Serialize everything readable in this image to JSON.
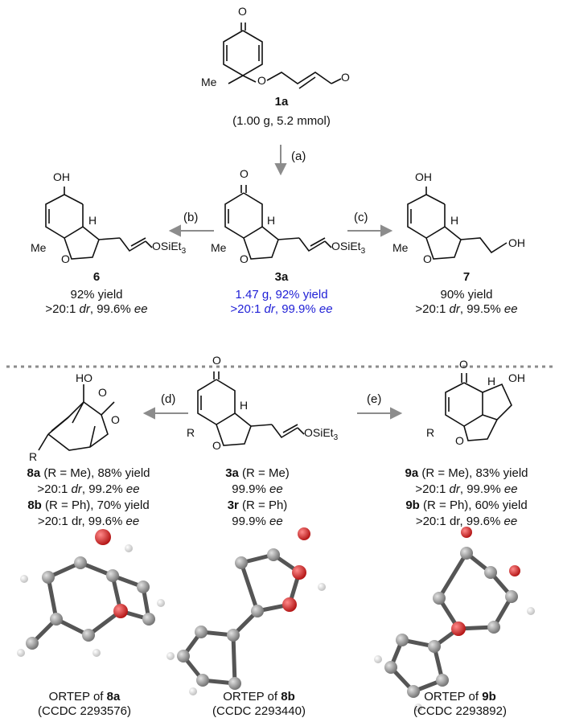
{
  "start": {
    "compound": "1a",
    "amount": "(1.00 g, 5.2 mmol)",
    "labels": {
      "o": "O",
      "me": "Me",
      "o_ring": "O"
    }
  },
  "steps": {
    "a": "(a)",
    "b": "(b)",
    "c": "(c)",
    "d": "(d)",
    "e": "(e)"
  },
  "center": {
    "compound": "3a",
    "line1": "1.47 g, 92% yield",
    "line2_prefix": ">20:1 ",
    "line2_dr": "dr",
    "line2_mid": ", 99.9% ",
    "line2_ee": "ee",
    "labels": {
      "o": "O",
      "h": "H",
      "me": "Me",
      "o_ring": "O",
      "osi": "OSiEt",
      "sub": "3"
    }
  },
  "left_top": {
    "compound": "6",
    "line1": "92% yield",
    "line2_prefix": ">20:1 ",
    "line2_dr": "dr",
    "line2_mid": ", 99.6% ",
    "line2_ee": "ee",
    "labels": {
      "oh": "OH",
      "h": "H",
      "me": "Me",
      "o_ring": "O",
      "osi": "OSiEt",
      "sub": "3"
    }
  },
  "right_top": {
    "compound": "7",
    "line1": "90% yield",
    "line2_prefix": ">20:1 ",
    "line2_dr": "dr",
    "line2_mid": ", 99.5% ",
    "line2_ee": "ee",
    "labels": {
      "oh": "OH",
      "h": "H",
      "me": "Me",
      "o_ring": "O",
      "oh2": "OH"
    }
  },
  "left_bottom": {
    "a_compound": "8a",
    "a_text": " (R = Me), 88% yield",
    "a_line2_prefix": ">20:1 ",
    "a_line2_dr": "dr",
    "a_line2_mid": ", 99.2% ",
    "a_line2_ee": "ee",
    "b_compound": "8b",
    "b_text": " (R = Ph), 70% yield",
    "b_line2": ">20:1 dr, 99.6% ",
    "b_line2_ee": "ee",
    "labels": {
      "ho": "HO",
      "o1": "O",
      "o2": "O",
      "r": "R"
    }
  },
  "center_bottom": {
    "a_compound": "3a",
    "a_text": " (R = Me)",
    "a_ee_value": "99.9% ",
    "a_ee": "ee",
    "b_compound": "3r",
    "b_text": " (R = Ph)",
    "b_ee_value": "99.9% ",
    "b_ee": "ee",
    "labels": {
      "o": "O",
      "h": "H",
      "r": "R",
      "o_ring": "O",
      "osi": "OSiEt",
      "sub": "3"
    }
  },
  "right_bottom": {
    "a_compound": "9a",
    "a_text": " (R = Me), 83% yield",
    "a_line2_prefix": ">20:1 ",
    "a_line2_dr": "dr",
    "a_line2_mid": ", 99.9% ",
    "a_line2_ee": "ee",
    "b_compound": "9b",
    "b_text": " (R = Ph), 60% yield",
    "b_line2": ">20:1 dr, 99.6% ",
    "b_line2_ee": "ee",
    "labels": {
      "o": "O",
      "h": "H",
      "oh": "OH",
      "r": "R",
      "o_ring": "O"
    }
  },
  "ortep": [
    {
      "prefix": "ORTEP of ",
      "compound": "8a",
      "ccdc": "(CCDC 2293576)"
    },
    {
      "prefix": "ORTEP of ",
      "compound": "8b",
      "ccdc": "(CCDC 2293440)"
    },
    {
      "prefix": "ORTEP of ",
      "compound": "9b",
      "ccdc": "(CCDC 2293892)"
    }
  ],
  "colors": {
    "blue": "#1f1fd6",
    "arrow": "#8c8c8c",
    "oxygen": "#d7262b",
    "carbon": "#8f8f8f",
    "hydrogen": "#e6e6e6"
  }
}
